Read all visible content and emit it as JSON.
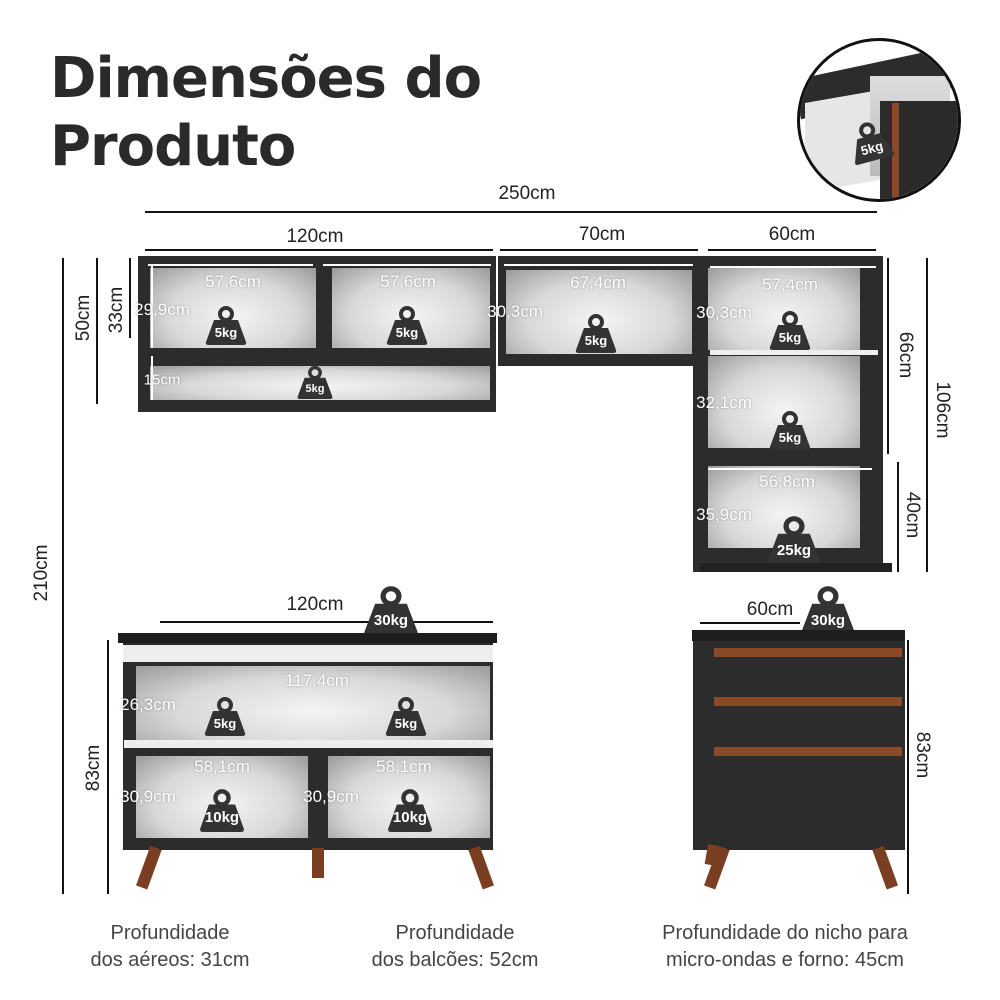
{
  "title": {
    "line1": "Dimensões do",
    "line2": "Produto"
  },
  "inset": {
    "weight": "5kg"
  },
  "dims": {
    "total_width": "250cm",
    "upper_left_width": "120cm",
    "upper_mid_width": "70cm",
    "upper_right_width": "60cm",
    "total_height": "210cm",
    "upper_height": "50cm",
    "upper_niche_height": "33cm",
    "right_upper_height": "66cm",
    "right_total_height": "106cm",
    "right_lower_height": "40cm",
    "counter_width": "120cm",
    "counter_height": "83cm",
    "drawer_width": "60cm",
    "drawer_height": "83cm"
  },
  "interior": {
    "ul_w1": "57,6cm",
    "ul_w2": "57,6cm",
    "ul_h": "29,9cm",
    "ul_low_h": "15cm",
    "um_w": "67,4cm",
    "um_h": "30,3cm",
    "r1_w": "57,4cm",
    "r1_h": "30,3cm",
    "r2_h": "32,1cm",
    "r3_w": "56,8cm",
    "r3_h": "35,9cm",
    "c_w": "117,4cm",
    "c_h": "26,3cm",
    "c_w1": "58,1cm",
    "c_w2": "58,1cm",
    "c_h1": "30,9cm",
    "c_h2": "30,9cm"
  },
  "weights": {
    "ul1": "5kg",
    "ul2": "5kg",
    "ul3": "5kg",
    "um": "5kg",
    "r1": "5kg",
    "r2": "5kg",
    "r3": "25kg",
    "counter_top": "30kg",
    "c1": "5kg",
    "c2": "5kg",
    "c3": "10kg",
    "c4": "10kg",
    "drawer_top": "30kg"
  },
  "footer": [
    {
      "line1": "Profundidade",
      "line2": "dos aéreos: 31cm"
    },
    {
      "line1": "Profundidade",
      "line2": "dos balcões: 52cm"
    },
    {
      "line1": "Profundidade do nicho para",
      "line2": "micro-ondas e forno: 45cm"
    }
  ],
  "colors": {
    "cabinet": "#2c2c2c",
    "wood": "#8a4a28",
    "weight": "#333333"
  }
}
